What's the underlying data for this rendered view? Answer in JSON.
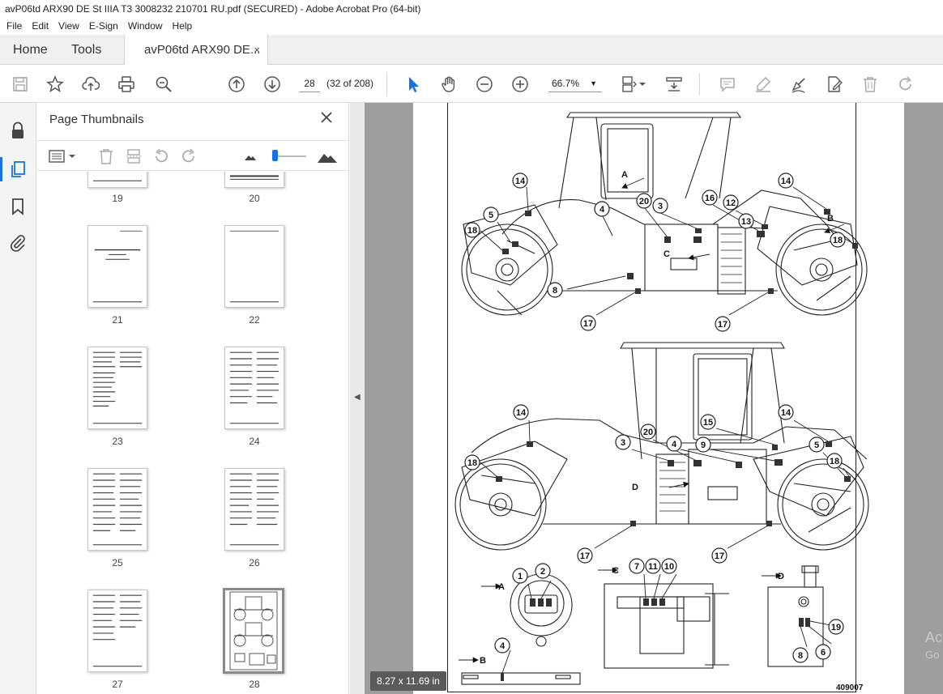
{
  "window": {
    "title": "avP06td ARX90 DE St IIIA T3 3008232 210701 RU.pdf (SECURED) - Adobe Acrobat Pro (64-bit)"
  },
  "menu": [
    "File",
    "Edit",
    "View",
    "E-Sign",
    "Window",
    "Help"
  ],
  "tabs": {
    "home": "Home",
    "tools": "Tools",
    "doc": "avP06td ARX90 DE...",
    "close": "×"
  },
  "toolbar": {
    "page_number": "28",
    "page_count": "(32 of 208)",
    "zoom": "66.7%"
  },
  "thumbnail_panel": {
    "title": "Page Thumbnails",
    "pages": [
      "19",
      "20",
      "21",
      "22",
      "23",
      "24",
      "25",
      "26",
      "27",
      "28"
    ],
    "selected_page": "28"
  },
  "document": {
    "page_size": "8.27 x 11.69 in",
    "figure_number": "409007",
    "callouts_top": [
      "14",
      "5",
      "18",
      "4",
      "20",
      "3",
      "A",
      "C",
      "8",
      "17",
      "16",
      "12",
      "13",
      "14",
      "B",
      "18",
      "17"
    ],
    "callouts_middle": [
      "14",
      "18",
      "3",
      "20",
      "4",
      "D",
      "15",
      "9",
      "14",
      "5",
      "18",
      "17",
      "17"
    ],
    "detail_labels": [
      "A",
      "B",
      "C",
      "D"
    ],
    "detail_callouts": [
      "1",
      "2",
      "4",
      "7",
      "11",
      "10",
      "19",
      "8",
      "6"
    ]
  },
  "watermark": {
    "line1": "Ac",
    "line2": "Go"
  },
  "colors": {
    "accent": "#1473e6",
    "doc_background": "#9e9e9e"
  }
}
